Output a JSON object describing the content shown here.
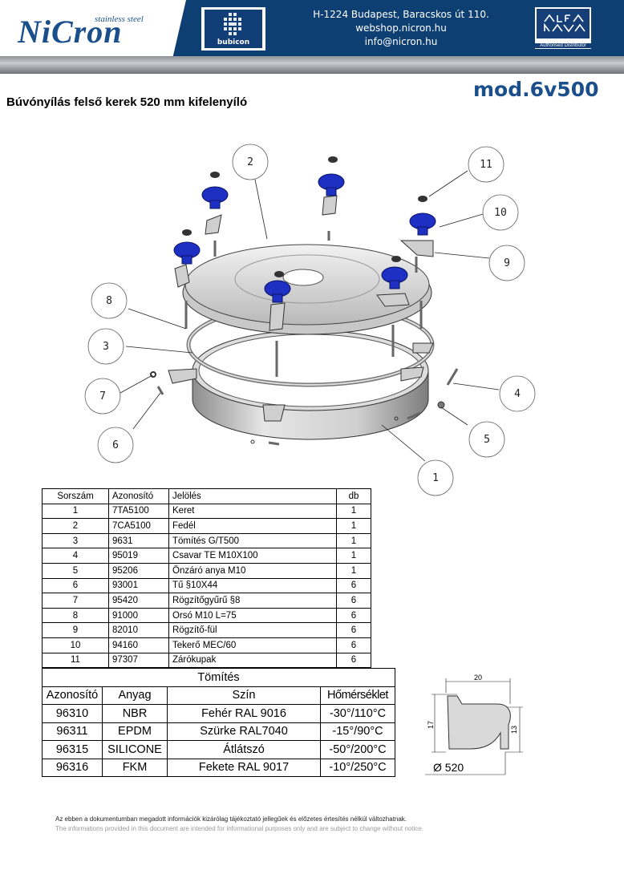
{
  "header": {
    "logo_text": "NiCron",
    "logo_sub": "stainless steel",
    "bubicon_label": "bubicon",
    "contact_address": "H-1224 Budapest, Baracskos út 110.",
    "contact_web": "webshop.nicron.hu",
    "contact_email": "info@nicron.hu",
    "alfa_label": "Authorised Distributor"
  },
  "title": "Búvónyílás felső kerek 520 mm kifelenyíló",
  "model": "mod.6v500",
  "callouts": [
    "1",
    "2",
    "3",
    "4",
    "5",
    "6",
    "7",
    "8",
    "9",
    "10",
    "11"
  ],
  "parts_table": {
    "headers": [
      "Sorszám",
      "Azonosító",
      "Jelölés",
      "db"
    ],
    "rows": [
      [
        "1",
        "7TA5100",
        "Keret",
        "1"
      ],
      [
        "2",
        "7CA5100",
        "Fedél",
        "1"
      ],
      [
        "3",
        "9631",
        "Tömítés G/T500",
        "1"
      ],
      [
        "4",
        "95019",
        "Csavar TE M10X100",
        "1"
      ],
      [
        "5",
        "95206",
        "Önzáró anya M10",
        "1"
      ],
      [
        "6",
        "93001",
        "Tű §10X44",
        "6"
      ],
      [
        "7",
        "95420",
        "Rögzítőgyűrű §8",
        "6"
      ],
      [
        "8",
        "91000",
        "Orsó M10 L=75",
        "6"
      ],
      [
        "9",
        "82010",
        "Rögzítő-fül",
        "6"
      ],
      [
        "10",
        "94160",
        "Tekerő MEC/60",
        "6"
      ],
      [
        "11",
        "97307",
        "Zárókupak",
        "6"
      ]
    ]
  },
  "seal_table": {
    "title": "Tömítés",
    "headers": [
      "Azonosító",
      "Anyag",
      "Szín",
      "Hőmérséklet"
    ],
    "rows": [
      [
        "96310",
        "NBR",
        "Fehér RAL 9016",
        "-30°/110°C"
      ],
      [
        "96311",
        "EPDM",
        "Szürke RAL7040",
        "-15°/90°C"
      ],
      [
        "96315",
        "SILICONE",
        "Átlátszó",
        "-50°/200°C"
      ],
      [
        "96316",
        "FKM",
        "Fekete RAL 9017",
        "-10°/250°C"
      ]
    ]
  },
  "profile": {
    "width": "20",
    "height_left": "17",
    "height_right": "13",
    "diameter": "Ø 520"
  },
  "footer": {
    "hu": "Az ebben a dokumentumban megadott információk kizárólag tájékoztató jellegűek és előzetes értesítés nélkül változhatnak.",
    "en": "The informations provided in this document are intended for informational purposes only and are subject to change without notice."
  }
}
